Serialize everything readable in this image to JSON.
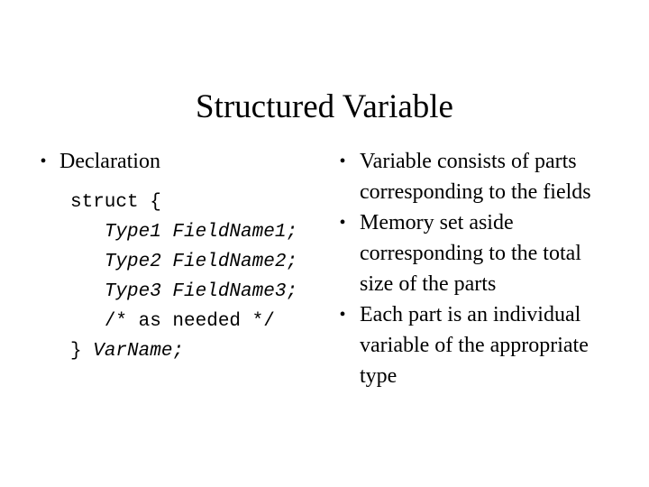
{
  "slide": {
    "title": "Structured Variable",
    "background_color": "#ffffff",
    "text_color": "#000000",
    "bullet_glyph": "•"
  },
  "left_column": {
    "heading_bullet": "Declaration",
    "code": {
      "lines": [
        {
          "indent": "",
          "plain": "struct {",
          "italic": ""
        },
        {
          "indent": "   ",
          "plain": "",
          "italic": "Type1 FieldName1;"
        },
        {
          "indent": "   ",
          "plain": "",
          "italic": "Type2 FieldName2;"
        },
        {
          "indent": "   ",
          "plain": "",
          "italic": "Type3 FieldName3;"
        },
        {
          "indent": "   ",
          "plain": "/* as needed */",
          "italic": ""
        },
        {
          "indent": "",
          "plain": "} ",
          "italic": "VarName;"
        }
      ],
      "line_0_plain": "struct {",
      "line_1_indent": "   ",
      "line_1_italic": "Type1 FieldName1;",
      "line_2_indent": "   ",
      "line_2_italic": "Type2 FieldName2;",
      "line_3_indent": "   ",
      "line_3_italic": "Type3 FieldName3;",
      "line_4_indent": "   ",
      "line_4_plain": "/* as needed */",
      "line_5_plain": "} ",
      "line_5_italic": "VarName;"
    }
  },
  "right_column": {
    "bullets": [
      "Variable consists of parts corresponding to the fields",
      "Memory set aside corresponding to the total size of the parts",
      "Each part is an individual variable of the appropriate type"
    ]
  }
}
